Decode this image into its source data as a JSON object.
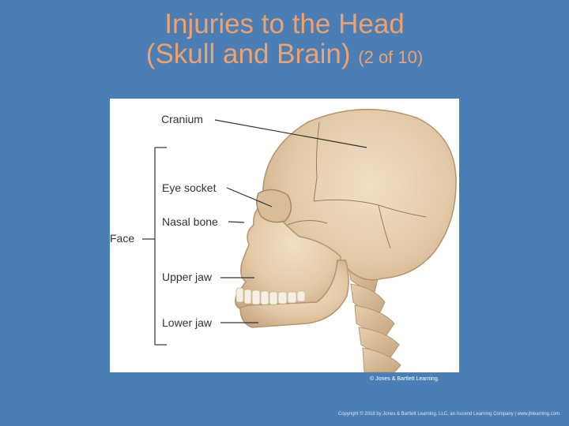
{
  "slide": {
    "title_line1": "Injuries to the Head",
    "title_line2_main": "(Skull and Brain)",
    "title_line2_sub": "(2 of 10)"
  },
  "figure": {
    "labels": {
      "cranium": "Cranium",
      "eye_socket": "Eye socket",
      "nasal_bone": "Nasal bone",
      "face": "Face",
      "upper_jaw": "Upper jaw",
      "lower_jaw": "Lower jaw"
    },
    "credit": "© Jones & Bartlett Learning."
  },
  "footer": {
    "copyright": "Copyright © 2018 by Jones & Bartlett Learning, LLC, an Ascend Learning Company | www.jblearning.com"
  },
  "colors": {
    "background": "#4a7eb4",
    "title": "#f0a06a",
    "bone": "#e8d2b4"
  }
}
